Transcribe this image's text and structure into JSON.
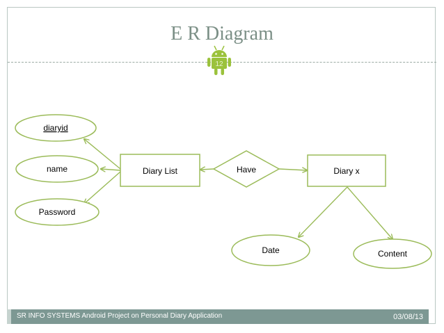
{
  "slide": {
    "title": "E R Diagram",
    "slide_number": "12"
  },
  "diagram": {
    "attributes_left": {
      "diaryid": "diaryid",
      "name": "name",
      "password": "Password"
    },
    "entity_left": "Diary List",
    "relationship": "Have",
    "entity_right": "Diary x",
    "attributes_right": {
      "date": "Date",
      "content": "Content"
    }
  },
  "footer": {
    "text": "SR INFO SYSTEMS Android Project on Personal Diary Application",
    "date": "03/08/13"
  },
  "colors": {
    "shape_stroke": "#9bbb59",
    "title": "#7b8f86",
    "footer_bg": "#7d9893",
    "android_green": "#9bc23c"
  }
}
